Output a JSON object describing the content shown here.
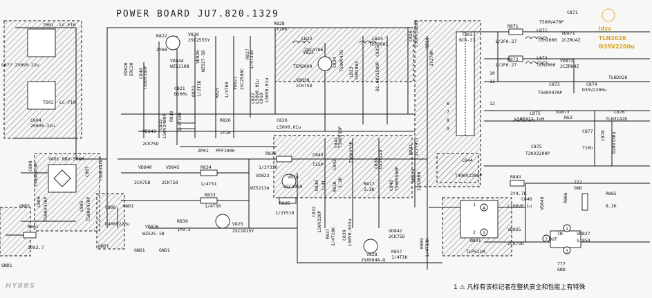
{
  "title": "POWER BOARD   JU7.820.1329",
  "footnote": "1 ⚠ 凡标有该标记者在整机安全和性能上有特殊",
  "watermark": "HYBBS",
  "logo_lines": [
    "idzx",
    "TLN2026",
    "D35V2200u"
  ],
  "colors": {
    "ink": "#111111",
    "paper": "#f7f7f5",
    "hatch": "#555555",
    "logo": "#d9a21b"
  },
  "labels": [
    {
      "id": "t601",
      "text": "T601"
    },
    {
      "id": "lf10a",
      "text": "LC-F10"
    },
    {
      "id": "t602",
      "text": "T602"
    },
    {
      "id": "lf10b",
      "text": "LC-F10"
    },
    {
      "id": "c6xx",
      "text": "C6?? 250V0.22u"
    },
    {
      "id": "c604",
      "text": "C604"
    },
    {
      "id": "c604v",
      "text": "250V0.22u"
    },
    {
      "id": "v801",
      "text": "V801"
    },
    {
      "id": "rbv",
      "text": "RBV-506M"
    },
    {
      "id": "c808",
      "text": "C808"
    },
    {
      "id": "c808v",
      "text": "T500V470P"
    },
    {
      "id": "c807",
      "text": "C807"
    },
    {
      "id": "c807v",
      "text": "T500V470P"
    },
    {
      "id": "c809",
      "text": "C809"
    },
    {
      "id": "c809v",
      "text": "T500V470P"
    },
    {
      "id": "c805",
      "text": "C805"
    },
    {
      "id": "c805v",
      "text": "T500V470P"
    },
    {
      "id": "c806",
      "text": "C806"
    },
    {
      "id": "c806v",
      "text": "D400V220u"
    },
    {
      "id": "gnd1a",
      "text": "GND1"
    },
    {
      "id": "gnd1b",
      "text": "GND1"
    },
    {
      "id": "gnd1c",
      "text": "GND1"
    },
    {
      "id": "gnd1d",
      "text": "GND1"
    },
    {
      "id": "r801",
      "text": "R801"
    },
    {
      "id": "r801v",
      "text": "10k2.7"
    },
    {
      "id": "vd820",
      "text": "VD820"
    },
    {
      "id": "vd820v",
      "text": "ERC30"
    },
    {
      "id": "c840",
      "text": "C840"
    },
    {
      "id": "c840v",
      "text": "T500V560P"
    },
    {
      "id": "r822",
      "text": "R822"
    },
    {
      "id": "r822v",
      "text": "2Y68"
    },
    {
      "id": "vd844",
      "text": "VD844"
    },
    {
      "id": "vd844v",
      "text": "WZ5210B"
    },
    {
      "id": "c821",
      "text": "C821"
    },
    {
      "id": "c821v",
      "text": "D100u"
    },
    {
      "id": "c833",
      "text": "C833"
    },
    {
      "id": "c833v",
      "text": "L50V2400P"
    },
    {
      "id": "r810",
      "text": "R810"
    },
    {
      "id": "r810v",
      "text": "1/4T100"
    },
    {
      "id": "vd843",
      "text": "VD843"
    },
    {
      "id": "vd843v",
      "text": "2CK75D"
    },
    {
      "id": "v820",
      "text": "V820"
    },
    {
      "id": "v820v",
      "text": "2SC2555Y"
    },
    {
      "id": "r823",
      "text": "R823"
    },
    {
      "id": "r823v",
      "text": "1/2T1K"
    },
    {
      "id": "r825",
      "text": "R825"
    },
    {
      "id": "r825v",
      "text": "1/4T68"
    },
    {
      "id": "vd826",
      "text": "VD826"
    },
    {
      "id": "vd826v",
      "text": "WZ527-5B"
    },
    {
      "id": "vd821",
      "text": "VD821"
    },
    {
      "id": "vd821v",
      "text": "2SC2500C"
    },
    {
      "id": "r827",
      "text": "R827"
    },
    {
      "id": "r827v",
      "text": "1/4T330"
    },
    {
      "id": "c819",
      "text": "C819"
    },
    {
      "id": "c822",
      "text": "C822"
    },
    {
      "id": "c822v",
      "text": "L50V0.01u"
    },
    {
      "id": "r826",
      "text": "R826"
    },
    {
      "id": "r826v",
      "text": "2Y20"
    },
    {
      "id": "c820",
      "text": "C820"
    },
    {
      "id": "c820v",
      "text": "L50V0.01u"
    },
    {
      "id": "zp01",
      "text": "ZP01"
    },
    {
      "id": "ppf",
      "text": "PPF1000"
    },
    {
      "id": "r828",
      "text": "R828"
    },
    {
      "id": "r828v",
      "text": "1Y20K"
    },
    {
      "id": "lb22",
      "text": "LB22"
    },
    {
      "id": "lb22v",
      "text": "TEM2000"
    },
    {
      "id": "v823",
      "text": "V823"
    },
    {
      "id": "v823v",
      "text": "2SC4706"
    },
    {
      "id": "vd839",
      "text": "VD839"
    },
    {
      "id": "vd839v",
      "text": "2CK75D"
    },
    {
      "id": "c815",
      "text": "L50V0.01u"
    },
    {
      "id": "c824",
      "text": "C824"
    },
    {
      "id": "c824v",
      "text": "T500V47B"
    },
    {
      "id": "lb24",
      "text": "LB24"
    },
    {
      "id": "lb24v",
      "text": "TEM2001"
    },
    {
      "id": "lb23",
      "text": "LB23"
    },
    {
      "id": "lb23v",
      "text": "TEM2003"
    },
    {
      "id": "c825",
      "text": "C825"
    },
    {
      "id": "c825v",
      "text": "B1.6KV1500P"
    },
    {
      "id": "c826",
      "text": "C826"
    },
    {
      "id": "c826v",
      "text": "T500V1800P"
    },
    {
      "id": "r829",
      "text": "R829"
    },
    {
      "id": "r829v",
      "text": "1Y270K"
    },
    {
      "id": "t803",
      "text": "T803"
    },
    {
      "id": "t803v",
      "text": "BCK-37"
    },
    {
      "id": "c871",
      "text": "C871"
    },
    {
      "id": "c871v",
      "text": "T500V470P"
    },
    {
      "id": "r871",
      "text": "R871"
    },
    {
      "id": "r871v",
      "text": "1/2F0.27"
    },
    {
      "id": "l871",
      "text": "L871"
    },
    {
      "id": "l871v",
      "text": "TEM2000"
    },
    {
      "id": "vd871",
      "text": "VD871"
    },
    {
      "id": "vd871v",
      "text": "2CZRU4Z"
    },
    {
      "id": "r872",
      "text": "R872"
    },
    {
      "id": "r872v",
      "text": "1/2F0.27"
    },
    {
      "id": "l873",
      "text": "L873"
    },
    {
      "id": "l873v",
      "text": "TEM2000"
    },
    {
      "id": "vd872",
      "text": "VD872"
    },
    {
      "id": "vd872v",
      "text": "2CZRU4Z"
    },
    {
      "id": "c873",
      "text": "C873"
    },
    {
      "id": "c873v",
      "text": "T500V470P"
    },
    {
      "id": "c874",
      "text": "C874"
    },
    {
      "id": "c874v",
      "text": "D35V2200u"
    },
    {
      "id": "tln2026",
      "text": "TLN2026"
    },
    {
      "id": "l875",
      "text": "L875"
    },
    {
      "id": "l875v",
      "text": "L5B0312-1uH"
    },
    {
      "id": "vd873",
      "text": "VD873"
    },
    {
      "id": "r62",
      "text": "R62"
    },
    {
      "id": "l876",
      "text": "L876"
    },
    {
      "id": "l876v",
      "text": "TLN3142D"
    },
    {
      "id": "c875",
      "text": "C875"
    },
    {
      "id": "c875v",
      "text": "T2KV2200P"
    },
    {
      "id": "c877",
      "text": "C877"
    },
    {
      "id": "t10n",
      "text": "T10n"
    },
    {
      "id": "c878",
      "text": "C878"
    },
    {
      "id": "c878v",
      "text": "D20V330u"
    },
    {
      "id": "vd840",
      "text": "VD840"
    },
    {
      "id": "vd840v",
      "text": "2CK75D"
    },
    {
      "id": "vd845",
      "text": "VD845"
    },
    {
      "id": "vd845v",
      "text": "2CK75D"
    },
    {
      "id": "r834",
      "text": "R834"
    },
    {
      "id": "r834v",
      "text": "1/4T51"
    },
    {
      "id": "r833",
      "text": "R833"
    },
    {
      "id": "r833v",
      "text": "1/4T56"
    },
    {
      "id": "r836",
      "text": "R836"
    },
    {
      "id": "r836v",
      "text": "1/2Y330"
    },
    {
      "id": "c843",
      "text": "C843"
    },
    {
      "id": "c843v",
      "text": "T15P"
    },
    {
      "id": "vd823",
      "text": "VD823"
    },
    {
      "id": "vd823v",
      "text": "WZ5213A"
    },
    {
      "id": "v824",
      "text": "V824"
    },
    {
      "id": "v824v",
      "text": "2SC1959"
    },
    {
      "id": "r835",
      "text": "R835"
    },
    {
      "id": "r835v",
      "text": "1/2Y510"
    },
    {
      "id": "v825",
      "text": "V825"
    },
    {
      "id": "v825v",
      "text": "2SC1815Y"
    },
    {
      "id": "vd826b",
      "text": "VD826"
    },
    {
      "id": "vd826bv",
      "text": "WZ525-1B"
    },
    {
      "id": "r839",
      "text": "R839"
    },
    {
      "id": "r839v",
      "text": "1Y0.3"
    },
    {
      "id": "c841",
      "text": "C841"
    },
    {
      "id": "c841v",
      "text": "T500V33P"
    },
    {
      "id": "c842",
      "text": "C842"
    },
    {
      "id": "c842v",
      "text": "T500V33P"
    },
    {
      "id": "r838",
      "text": "R838"
    },
    {
      "id": "r838v",
      "text": "1/4T"
    },
    {
      "id": "r816",
      "text": "R816"
    },
    {
      "id": "r816v",
      "text": "3.3K"
    },
    {
      "id": "r817",
      "text": "R817"
    },
    {
      "id": "r817v",
      "text": "3.3K"
    },
    {
      "id": "c836",
      "text": "C836"
    },
    {
      "id": "c836v",
      "text": "D25V22u"
    },
    {
      "id": "r841",
      "text": "R841"
    },
    {
      "id": "r841v",
      "text": "1/2T4.7"
    },
    {
      "id": "c848",
      "text": "C848"
    },
    {
      "id": "c848v",
      "text": "T500V560P"
    },
    {
      "id": "vd824",
      "text": "VD824"
    },
    {
      "id": "vd824v",
      "text": "2Z52008"
    },
    {
      "id": "c844",
      "text": "C844"
    },
    {
      "id": "c844v",
      "text": "T400V2200P"
    },
    {
      "id": "r843",
      "text": "R843"
    },
    {
      "id": "r843v",
      "text": "2Y4.7K"
    },
    {
      "id": "c846",
      "text": "C846"
    },
    {
      "id": "c846v",
      "text": "L100V0.1u"
    },
    {
      "id": "vd848",
      "text": "VD848"
    },
    {
      "id": "r865",
      "text": "R865"
    },
    {
      "id": "r865v",
      "text": "8.2K"
    },
    {
      "id": "r866",
      "text": "R866"
    },
    {
      "id": "vd827",
      "text": "VD827"
    },
    {
      "id": "vd827v",
      "text": "S1854"
    },
    {
      "id": "vd825",
      "text": "VD825"
    },
    {
      "id": "vd825v",
      "text": "2CK75D"
    },
    {
      "id": "n801",
      "text": "N801"
    },
    {
      "id": "n801v",
      "text": "TLP521M"
    },
    {
      "id": "c832",
      "text": "C832"
    },
    {
      "id": "c832v",
      "text": "L50V220P"
    },
    {
      "id": "r837",
      "text": "R837"
    },
    {
      "id": "r837v",
      "text": "1/4T10K"
    },
    {
      "id": "c839",
      "text": "C839"
    },
    {
      "id": "c839v",
      "text": "L50V0.033u"
    },
    {
      "id": "vd842",
      "text": "VD842"
    },
    {
      "id": "vd842v",
      "text": "2CK75D"
    },
    {
      "id": "v828",
      "text": "V828"
    },
    {
      "id": "v828v",
      "text": "2SA564A-Q"
    },
    {
      "id": "r857",
      "text": "R857"
    },
    {
      "id": "r857v",
      "text": "1/4T1K"
    },
    {
      "id": "r869",
      "text": "R869"
    },
    {
      "id": "r869v",
      "text": "1/4T39K"
    },
    {
      "id": "in",
      "text": "IN"
    },
    {
      "id": "out",
      "text": "OUT"
    },
    {
      "id": "pin1",
      "text": "1"
    },
    {
      "id": "pin2",
      "text": "2"
    },
    {
      "id": "pin3",
      "text": "3"
    },
    {
      "id": "p1",
      "text": "1"
    },
    {
      "id": "p2",
      "text": "2"
    },
    {
      "id": "p3",
      "text": "3"
    },
    {
      "id": "p4",
      "text": "4"
    },
    {
      "id": "gnd777a",
      "text": "777"
    },
    {
      "id": "gnd777b",
      "text": "GND"
    },
    {
      "id": "gnd777c",
      "text": "777"
    },
    {
      "id": "gnd777d",
      "text": "GND"
    },
    {
      "id": "tp6",
      "text": "6"
    },
    {
      "id": "tp7",
      "text": "7"
    },
    {
      "id": "tp8",
      "text": "8"
    },
    {
      "id": "tp9",
      "text": "9"
    },
    {
      "id": "tp10",
      "text": "10"
    },
    {
      "id": "tp11",
      "text": "11"
    },
    {
      "id": "tp12",
      "text": "12"
    },
    {
      "id": "gnd1e",
      "text": "GND1"
    },
    {
      "id": "gnd1f",
      "text": "GND1"
    }
  ]
}
